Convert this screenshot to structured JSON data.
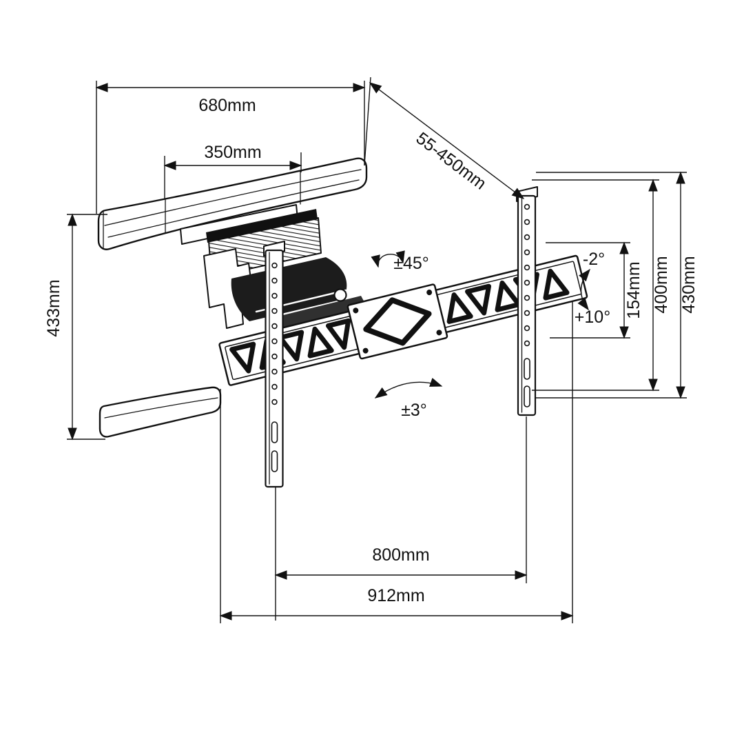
{
  "page": {
    "background": "#ffffff",
    "title": "TV wall mount dimensional diagram"
  },
  "diagram": {
    "type": "technical-drawing",
    "subject": "Full-motion articulating TV wall mount",
    "line_color": "#111111",
    "labels": {
      "width_overall": "680mm",
      "width_inner": "350mm",
      "extension_range": "55-450mm",
      "height_bracket": "433mm",
      "swivel_range": "±45°",
      "tilt_up": "-2°",
      "tilt_down": "+10°",
      "height_154": "154mm",
      "height_400": "400mm",
      "height_430": "430mm",
      "level_adjustment": "±3°",
      "hole_spacing": "800mm",
      "wall_plate_width": "912mm"
    }
  }
}
